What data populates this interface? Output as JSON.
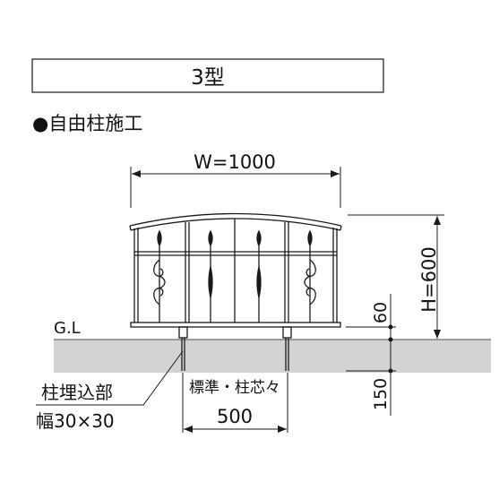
{
  "title": "3型",
  "heading": "●自由柱施工",
  "width_label": "W=1000",
  "height_label": "H=600",
  "gl_label": "G.L",
  "dim_60": "60",
  "dim_150": "150",
  "post_note_line1": "柱埋込部",
  "post_note_line2": "幅30×30",
  "pitch_label": "標準・柱芯々",
  "pitch_value": "500",
  "colors": {
    "line": "#1a1a1a",
    "ground": "#d3d3d3",
    "background": "#ffffff"
  }
}
